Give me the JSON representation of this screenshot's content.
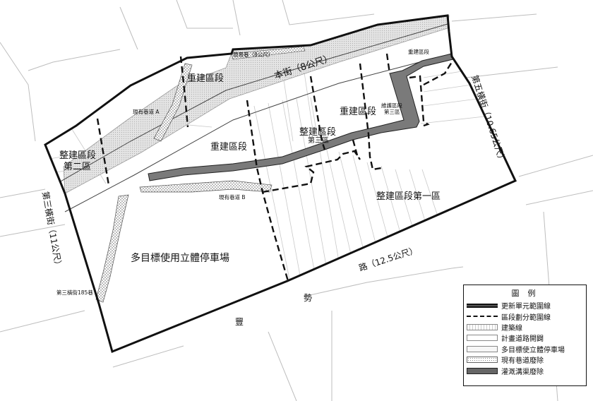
{
  "zones": {
    "rebuild_a": "重建區段",
    "main_street": "本街（8公尺）",
    "rebuild_b": "重建區段",
    "rebuild_c": "重建區段",
    "reorg_zone3": "整建區段",
    "reorg_zone3_sub": "第三區",
    "maint_zone3": "維護區段",
    "maint_zone3_sub": "第三區",
    "reorg_zone2": "整建區段",
    "reorg_zone2_sub": "第二區",
    "reorg_zone1": "整建區段第一區",
    "parking": "多目標使用立體停車場",
    "rebuild_top": "重建區段"
  },
  "alleys": {
    "alley_a": "現有巷道 A",
    "alley_b": "現有巷道 B",
    "top_note": "簡易巷（8公尺）"
  },
  "streets": {
    "east": "第五橫街（10.65公尺）",
    "west": "第三橫街（11公尺）",
    "south_road": "路（12.5公尺）",
    "south_char1": "豐",
    "south_char2": "勢",
    "lane_185": "第三橫街185巷"
  },
  "legend": {
    "title": "圖例",
    "items": [
      "更新單元範圍線",
      "區段劃分範圍線",
      "建築線",
      "計畫道路開闢",
      "多目標使立體停車場",
      "現有巷道廢除",
      "灌溉溝渠廢除"
    ]
  },
  "colors": {
    "ink": "#111111",
    "road_fill": "#d8d8d8",
    "canal": "#777777",
    "alley_dots": "#9a9a9a"
  }
}
